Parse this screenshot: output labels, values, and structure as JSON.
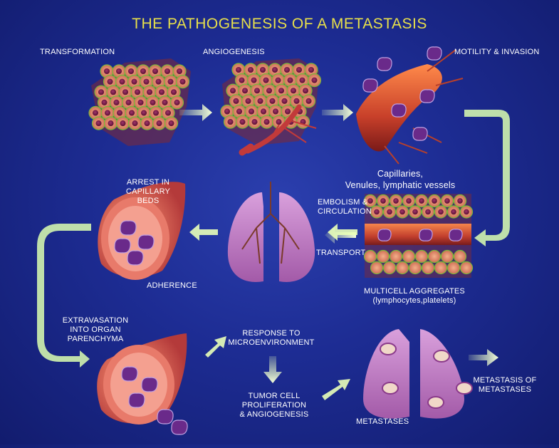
{
  "title": "THE PATHOGENESIS OF A METASTASIS",
  "colors": {
    "background": "#1d2c93",
    "title": "#e8e04a",
    "arrow": "#e9ffb8",
    "tissue": "#e8a070",
    "cell_core": "#8a1a4a",
    "vessel": "#c23a2a",
    "lung": "#c88ad0"
  },
  "stages": {
    "transformation": "TRANSFORMATION",
    "angiogenesis": "ANGIOGENESIS",
    "motility": "MOTILITY & INVASION",
    "vessels": [
      "Capillaries,",
      "Venules, lymphatic vessels"
    ],
    "embolism": [
      "EMBOLISM &",
      "CIRCULATION"
    ],
    "transport": "TRANSPORT",
    "aggregates": [
      "MULTICELL AGGREGATES",
      "(lymphocytes,platelets)"
    ],
    "arrest": [
      "ARREST IN",
      "CAPILLARY",
      "BEDS"
    ],
    "adherence": "ADHERENCE",
    "extravasation": [
      "EXTRAVASATION",
      "INTO ORGAN",
      "PARENCHYMA"
    ],
    "response": [
      "RESPONSE TO",
      "MICROENVIRONMENT"
    ],
    "proliferation": [
      "TUMOR CELL",
      "PROLIFERATION",
      "& ANGIOGENESIS"
    ],
    "metastases": "METASTASES",
    "metastasis_of": [
      "METASTASIS OF",
      "METASTASES"
    ]
  }
}
